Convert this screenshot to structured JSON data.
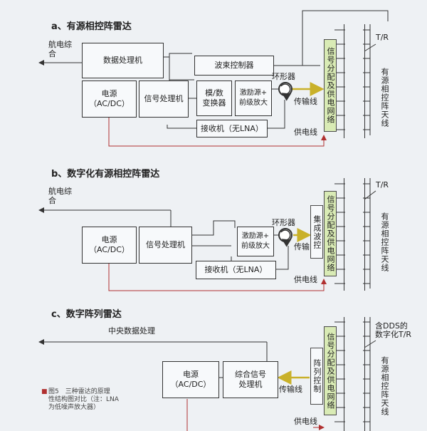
{
  "sections": [
    {
      "title": "a、有源相控阵雷达",
      "avionics": "航电综\n合",
      "data_processor": "数据处理机",
      "power": "电源\n（AC/DC）",
      "signal_processor": "信号处理机",
      "beam_controller": "波束控制器",
      "adc": "模/数\n变换器",
      "exciter": "激励源+\n前级放大",
      "receiver": "接收机（无LNA）",
      "circulator": "环形器",
      "transmission": "传输线",
      "power_line": "供电线",
      "distribution": "信号分配及供电网络",
      "tr": "T/R",
      "antenna": "有源相控阵天线"
    },
    {
      "title": "b、数字化有源相控阵雷达",
      "avionics": "航电综\n合",
      "power": "电源\n（AC/DC）",
      "signal_processor": "信号处理机",
      "exciter": "激励源+\n前级放大",
      "receiver": "接收机（无LNA）",
      "circulator": "环形器",
      "integrated_beam": "集成波控",
      "transmission": "传输",
      "power_line": "供电线",
      "distribution": "信号分配及供电网络",
      "tr": "T/R",
      "antenna": "有源相控阵天线"
    },
    {
      "title": "c、数字阵列雷达",
      "central": "中央数据处理",
      "power": "电源\n（AC/DC）",
      "integrated_signal": "综合信号\n处理机",
      "transmission": "传输线",
      "array_control": "阵列控制",
      "power_line": "供电线",
      "distribution": "信号分配及供电网络",
      "tr": "含DDS的\n数字化T/R",
      "antenna": "有源相控阵天线"
    }
  ],
  "caption_marker": "■",
  "caption": "图5　三种雷达的原理\n性结构图对比（注：LNA\n为低噪声放大器）",
  "colors": {
    "green_fill": "#d9ebb5",
    "arrow_yellow": "#c9b12a",
    "power_red": "#b03030",
    "line": "#333333"
  }
}
